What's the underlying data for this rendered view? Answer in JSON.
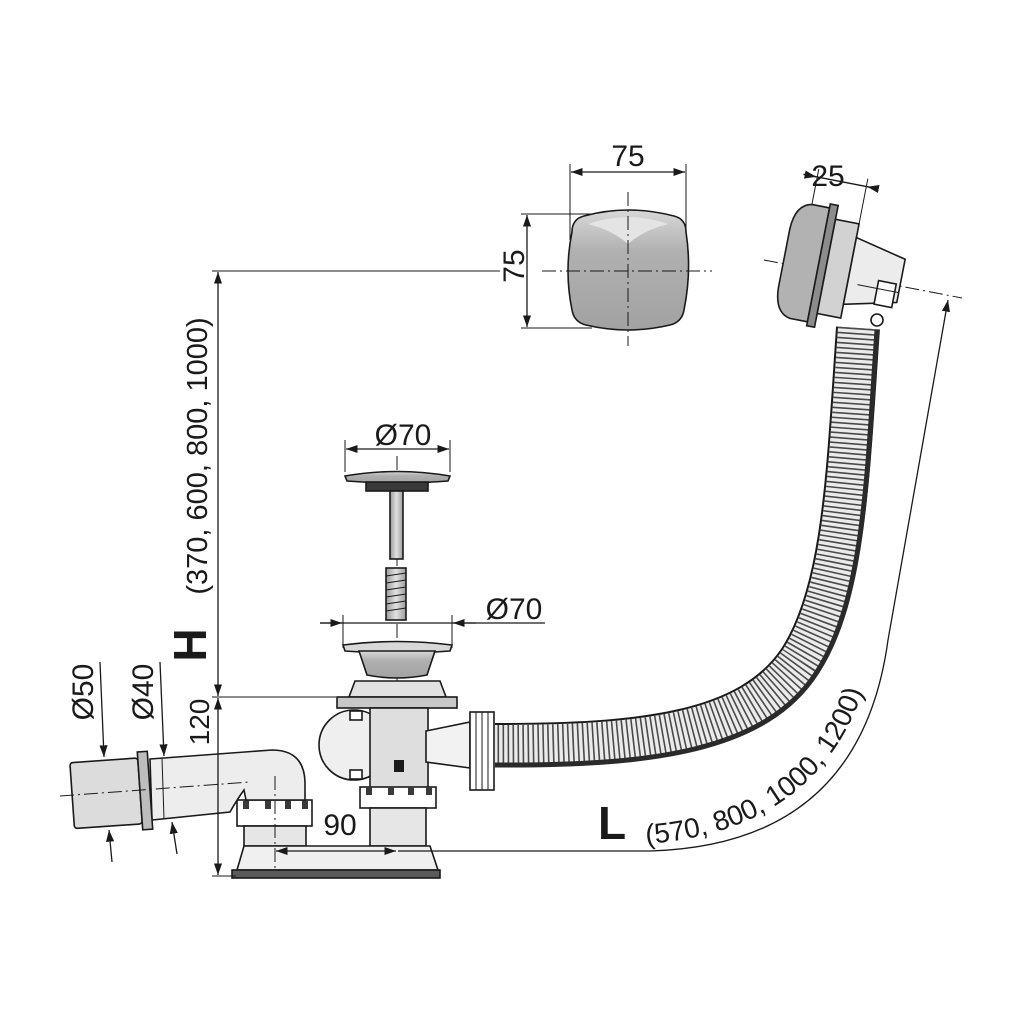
{
  "dimensions": {
    "cap_width": "75",
    "cap_height": "75",
    "cap_depth": "25",
    "plug_diameter": "Ø70",
    "strainer_diameter": "Ø70",
    "height_values": "(370, 600, 800, 1000)",
    "height_symbol": "H",
    "trap_height": "120",
    "outlet_outer_diameter": "Ø50",
    "outlet_inner_diameter": "Ø40",
    "outlet_offset": "90",
    "length_symbol": "L",
    "length_values": "(570, 800, 1000, 1200)"
  },
  "colors": {
    "line": "#1a1a1a",
    "part_fill": "#b5b5b5",
    "background": "#ffffff"
  }
}
